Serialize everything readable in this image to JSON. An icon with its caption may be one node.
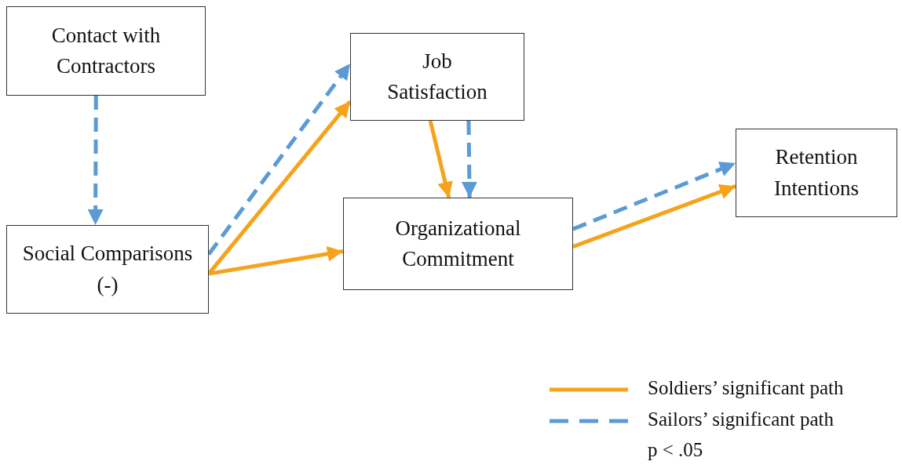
{
  "diagram": {
    "nodes": [
      {
        "text": [
          "Contact with Contractors"
        ]
      },
      {
        "text": [
          "Job Satisfaction"
        ]
      },
      {
        "text": [
          "Retention Intentions"
        ]
      },
      {
        "text": [
          "Social Comparisons (-)"
        ]
      },
      {
        "text": [
          "Organizational Commitment"
        ]
      }
    ],
    "edges": [
      {
        "from": 0,
        "to": 3,
        "arrow": "to",
        "style": "dashed",
        "color": "#5b9bd5"
      },
      {
        "from": 3,
        "to": 1,
        "arrow": "to",
        "style": "dashed",
        "color": "#5b9bd5"
      },
      {
        "from": 3,
        "to": 1,
        "arrow": "to",
        "color": "#f7a21b"
      },
      {
        "from": 3,
        "to": 4,
        "arrow": "to",
        "color": "#f7a21b"
      },
      {
        "from": 1,
        "to": 4,
        "arrow": "to",
        "color": "#f7a21b"
      },
      {
        "from": 1,
        "to": 4,
        "arrow": "to",
        "style": "dashed",
        "color": "#5b9bd5"
      },
      {
        "from": 4,
        "to": 2,
        "arrow": "to",
        "style": "dashed",
        "color": "#5b9bd5"
      },
      {
        "from": 4,
        "to": 2,
        "arrow": "to",
        "color": "#f7a21b"
      }
    ],
    "labels": [
      "p < .05"
    ],
    "legend": [
      {
        "text": "Soldiers’ significant path"
      },
      {
        "text": "Sailors’ significant path"
      }
    ]
  }
}
